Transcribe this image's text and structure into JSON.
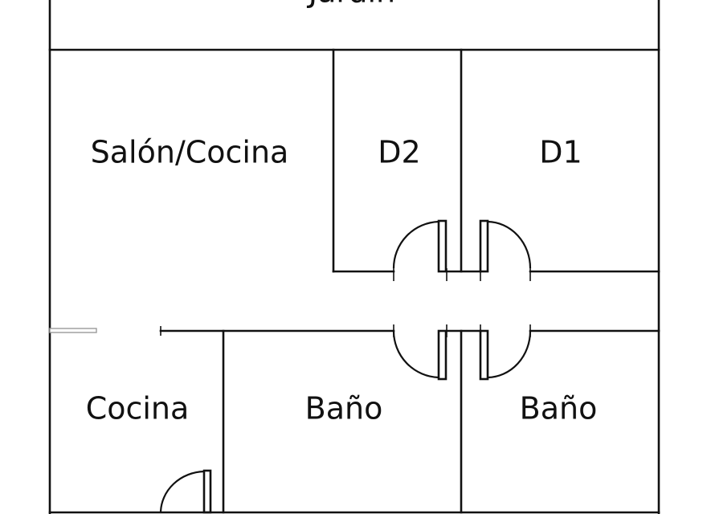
{
  "plan": {
    "rooms": {
      "jardin": "Jardín",
      "salon_cocina": "Salón/Cocina",
      "d2": "D2",
      "d1": "D1",
      "cocina": "Cocina",
      "bano_left": "Baño",
      "bano_right": "Baño"
    },
    "colors": {
      "wall": "#111111",
      "background": "#ffffff"
    }
  }
}
